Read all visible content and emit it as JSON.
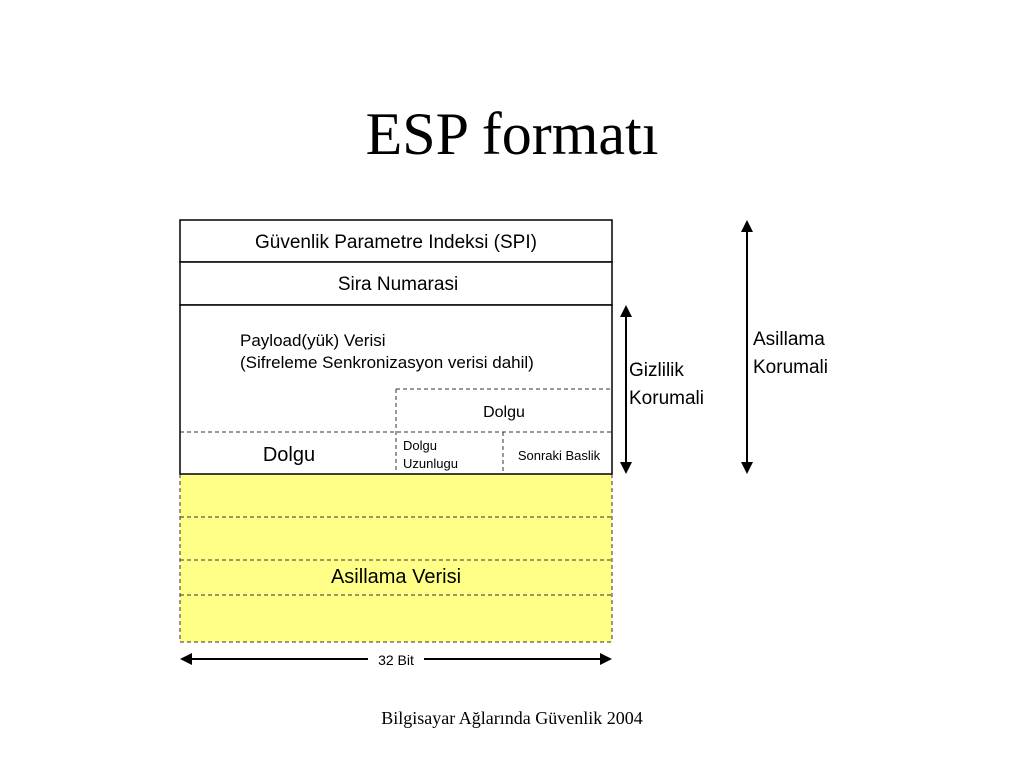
{
  "slide": {
    "title": "ESP formatı",
    "footer": "Bilgisayar Ağlarında Güvenlik 2004"
  },
  "diagram": {
    "fields": {
      "spi": "Güvenlik Parametre Indeksi (SPI)",
      "sequence": "Sira Numarasi",
      "payload_line1": "Payload(yük) Verisi",
      "payload_line2": "(Sifreleme Senkronizasyon verisi dahil)",
      "padding_upper": "Dolgu",
      "padding_lower": "Dolgu",
      "pad_length_line1": "Dolgu",
      "pad_length_line2": "Uzunlugu",
      "next_header": "Sonraki Baslik",
      "auth_data": "Asillama Verisi"
    },
    "width_label": "32 Bit",
    "confidentiality_line1": "Gizlilik",
    "confidentiality_line2": "Korumali",
    "authentication_line1": "Asillama",
    "authentication_line2": "Korumali",
    "colors": {
      "auth_fill": "#ffff88",
      "border": "#000000",
      "dashed": "#333333"
    }
  }
}
